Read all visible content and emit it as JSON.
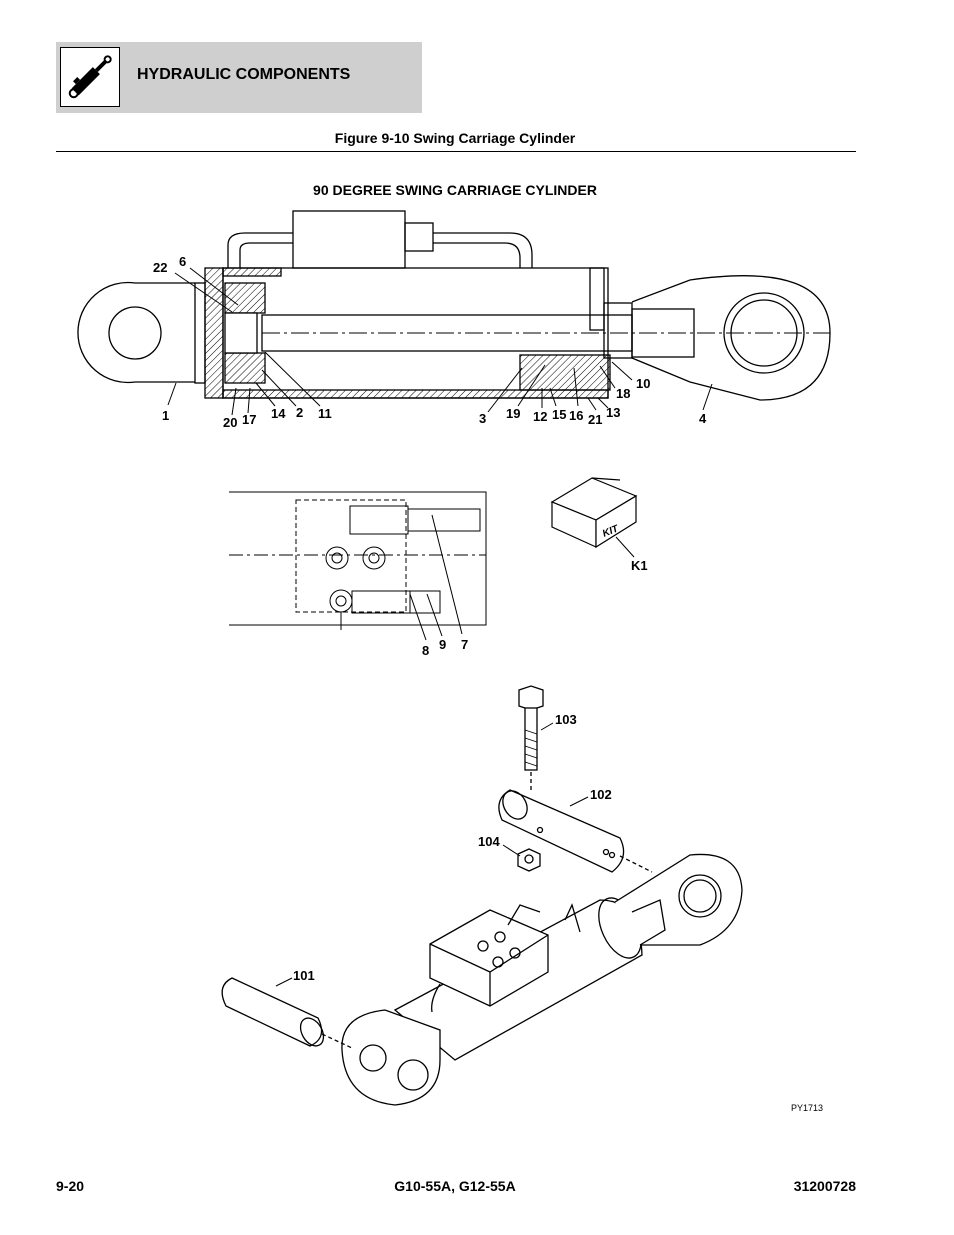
{
  "header": {
    "section_title": "HYDRAULIC COMPONENTS",
    "icon": "hydraulic-cylinder-icon"
  },
  "figure": {
    "title": "Figure 9-10 Swing Carriage Cylinder",
    "subtitle": "90 DEGREE SWING CARRIAGE CYLINDER"
  },
  "callouts": {
    "c1": "1",
    "c2": "2",
    "c3": "3",
    "c4": "4",
    "c6": "6",
    "c7": "7",
    "c8": "8",
    "c9": "9",
    "c10": "10",
    "c11": "11",
    "c12": "12",
    "c13": "13",
    "c14": "14",
    "c15": "15",
    "c16": "16",
    "c17": "17",
    "c18": "18",
    "c19": "19",
    "c20": "20",
    "c21": "21",
    "c22": "22",
    "k1": "K1",
    "c101": "101",
    "c102": "102",
    "c103": "103",
    "c104": "104"
  },
  "kit_label": "KIT",
  "drawing_code": "PY1713",
  "footer": {
    "page": "9-20",
    "models": "G10-55A, G12-55A",
    "doc_number": "31200728"
  }
}
